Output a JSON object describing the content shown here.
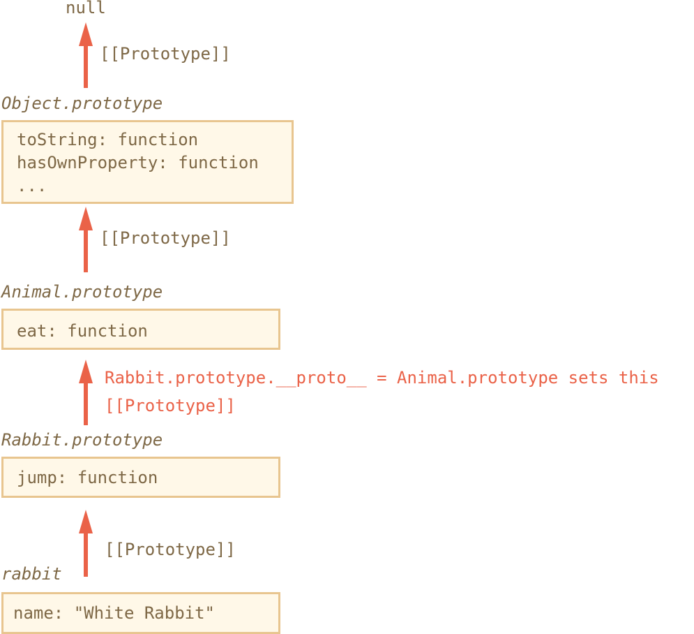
{
  "null_label": "null",
  "link_label": "[[Prototype]]",
  "objects": {
    "object_prototype": {
      "title": "Object.prototype",
      "lines": [
        "toString: function",
        "hasOwnProperty: function",
        "..."
      ]
    },
    "animal_prototype": {
      "title": "Animal.prototype",
      "lines": [
        "eat: function"
      ]
    },
    "rabbit_prototype": {
      "title": "Rabbit.prototype",
      "lines": [
        "jump: function"
      ]
    },
    "rabbit": {
      "title": "rabbit",
      "lines": [
        "name: \"White Rabbit\""
      ]
    }
  },
  "annotation": {
    "line1": "Rabbit.prototype.__proto__ = Animal.prototype sets this",
    "line2": "[[Prototype]]"
  },
  "colors": {
    "arrow": "#ea6248",
    "text": "#7e6846",
    "box_fill": "#fff8e8",
    "box_border": "#e8c58f",
    "annotation": "#ea6248"
  }
}
